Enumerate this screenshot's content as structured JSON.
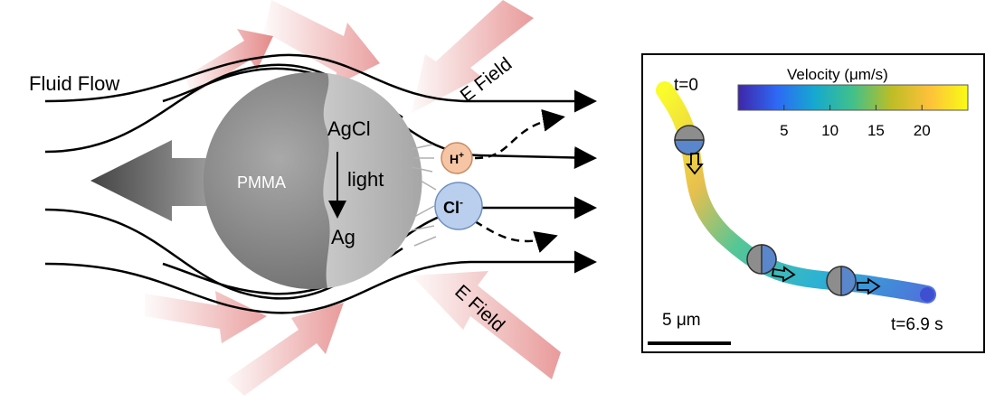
{
  "schematic": {
    "fluid_flow_label": "Fluid Flow",
    "field_label_top": "E Field",
    "field_label_bottom": "E Field",
    "particle_label": "PMMA",
    "reaction_top": "AgCl",
    "reaction_condition": "light",
    "reaction_bottom": "Ag",
    "proton_ion": "H",
    "proton_charge": "+",
    "chloride_ion": "Cl",
    "chloride_charge": "-"
  },
  "trajectory": {
    "start_label": "t=0",
    "end_label": "t=6.9 s",
    "scale_label": "5 μm",
    "colorbar": {
      "title": "Velocity (μm/s)",
      "ticks": [
        "5",
        "10",
        "15",
        "20"
      ],
      "tick_values": [
        5,
        10,
        15,
        20
      ],
      "range": [
        0,
        25
      ],
      "colors": [
        "#3e26a8",
        "#2e68f5",
        "#15a9cf",
        "#42c08a",
        "#bdbd26",
        "#fdc13a",
        "#f9fb15"
      ]
    }
  },
  "colors": {
    "field_arrow": "#e27c7c",
    "proton_fill": "#f5c5a5",
    "chloride_fill": "#b9cfed",
    "particle_light": "#bdbdbd",
    "particle_dark": "#8d8d8d"
  }
}
